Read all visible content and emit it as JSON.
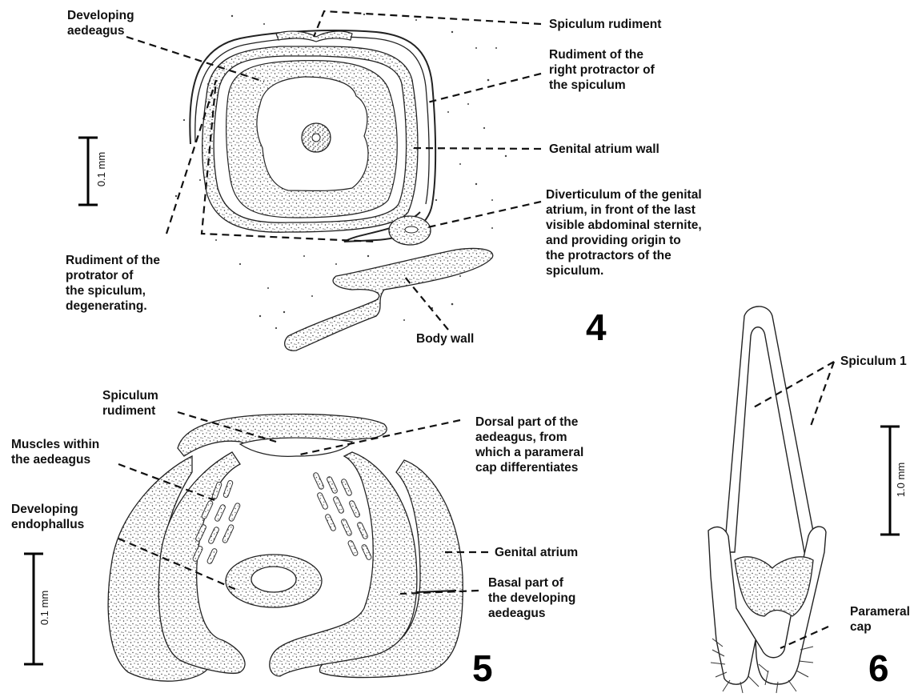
{
  "figure4": {
    "number": "4",
    "scale": "0.1 mm",
    "labels": {
      "developing_aedeagus": "Developing\naedeagus",
      "spiculum_rudiment": "Spiculum rudiment",
      "right_protractor": "Rudiment of the\nright protractor of\nthe spiculum",
      "genital_atrium_wall": "Genital atrium wall",
      "diverticulum": "Diverticulum of the genital\natrium, in front of the last\nvisible abdominal sternite,\nand providing origin to\nthe protractors of the\nspiculum.",
      "protrator_degenerating": "Rudiment of the\nprotrator of\nthe spiculum,\ndegenerating.",
      "body_wall": "Body wall"
    }
  },
  "figure5": {
    "number": "5",
    "scale": "0.1 mm",
    "labels": {
      "spiculum_rudiment": "Spiculum\nrudiment",
      "muscles": "Muscles within\nthe aedeagus",
      "developing_endophallus": "Developing\nendophallus",
      "dorsal_part": "Dorsal part of the\naedeagus, from\nwhich a parameral\ncap differentiates",
      "genital_atrium": "Genital atrium",
      "basal_part": "Basal part of\nthe developing\naedeagus"
    }
  },
  "figure6": {
    "number": "6",
    "scale": "1.0 mm",
    "labels": {
      "spiculum1": "Spiculum 1",
      "parameral_cap": "Parameral\ncap"
    }
  }
}
